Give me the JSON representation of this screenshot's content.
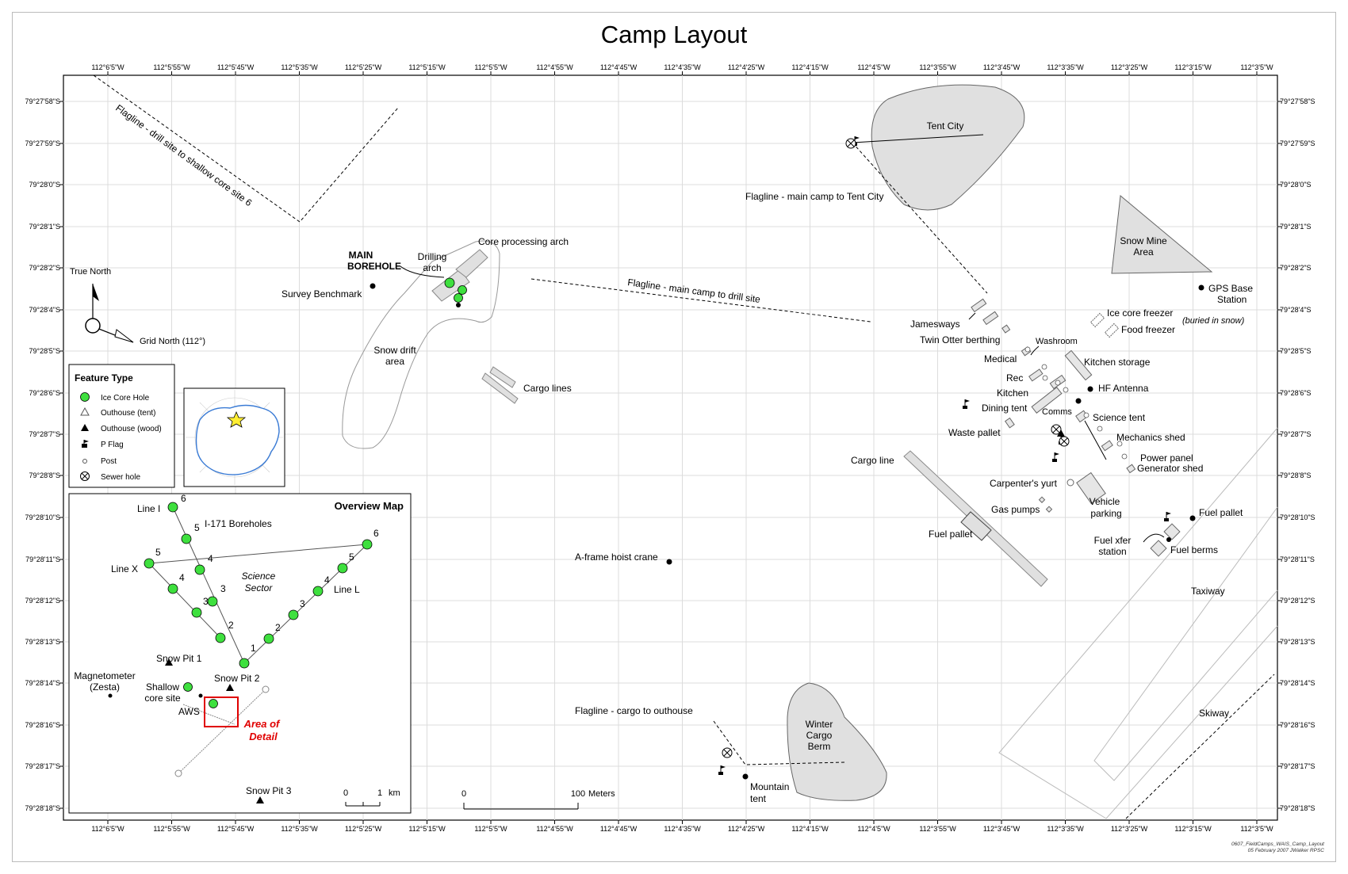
{
  "title": "Camp Layout",
  "credit": [
    "0607_FieldCamps_WAIS_Camp_Layout",
    "05 February 2007 JWalker RPSC"
  ],
  "graticule": {
    "longitudes": [
      "112°6'5\"W",
      "112°5'55\"W",
      "112°5'45\"W",
      "112°5'35\"W",
      "112°5'25\"W",
      "112°5'15\"W",
      "112°5'5\"W",
      "112°4'55\"W",
      "112°4'45\"W",
      "112°4'35\"W",
      "112°4'25\"W",
      "112°4'15\"W",
      "112°4'5\"W",
      "112°3'55\"W",
      "112°3'45\"W",
      "112°3'35\"W",
      "112°3'25\"W",
      "112°3'15\"W",
      "112°3'5\"W"
    ],
    "latitudes": [
      "79°27'58\"S",
      "79°27'59\"S",
      "79°28'0\"S",
      "79°28'1\"S",
      "79°28'2\"S",
      "79°28'4\"S",
      "79°28'5\"S",
      "79°28'6\"S",
      "79°28'7\"S",
      "79°28'8\"S",
      "79°28'10\"S",
      "79°28'11\"S",
      "79°28'12\"S",
      "79°28'13\"S",
      "79°28'14\"S",
      "79°28'16\"S",
      "79°28'17\"S",
      "79°28'18\"S"
    ]
  },
  "map_labels": {
    "flag_drill_shallow": "Flagline - drill site to shallow core site 6",
    "main_borehole": [
      "MAIN",
      "BOREHOLE"
    ],
    "drilling_arch": [
      "Drilling",
      "arch"
    ],
    "core_processing_arch": "Core processing arch",
    "survey_benchmark": "Survey Benchmark",
    "snow_drift_area": [
      "Snow drift",
      "area"
    ],
    "cargo_lines": "Cargo lines",
    "flag_main_drill": "Flagline - main camp to drill site",
    "tent_city": "Tent City",
    "flag_main_tent": "Flagline - main camp to Tent City",
    "snow_mine_area": [
      "Snow Mine",
      "Area"
    ],
    "gps_base_station": [
      "GPS Base",
      "Station"
    ],
    "jamesways": "Jamesways",
    "twin_otter_berthing": "Twin Otter berthing",
    "ice_core_freezer": "Ice core freezer",
    "food_freezer": "Food freezer",
    "buried_in_snow": "(buried in snow)",
    "washroom": "Washroom",
    "medical": "Medical",
    "kitchen_storage": "Kitchen storage",
    "rec": "Rec",
    "kitchen": "Kitchen",
    "hf_antenna": "HF Antenna",
    "dining_tent": "Dining tent",
    "comms": "Comms",
    "science_tent": "Science tent",
    "waste_pallet": "Waste pallet",
    "mechanics_shed": "Mechanics shed",
    "power_panel": "Power panel",
    "generator_shed": "Generator shed",
    "cargo_line": "Cargo line",
    "carpenters_yurt": "Carpenter's yurt",
    "gas_pumps": "Gas pumps",
    "vehicle_parking": [
      "Vehicle",
      "parking"
    ],
    "fuel_pallet_right": "Fuel pallet",
    "fuel_pallet_left": "Fuel pallet",
    "fuel_xfer_station": [
      "Fuel xfer",
      "station"
    ],
    "fuel_berms": "Fuel berms",
    "a_frame_hoist_crane": "A-frame hoist crane",
    "taxiway": "Taxiway",
    "skiway": "Skiway",
    "flag_cargo_outhouse": "Flagline - cargo to outhouse",
    "winter_cargo_berm": [
      "Winter",
      "Cargo",
      "Berm"
    ],
    "mountain_tent": [
      "Mountain",
      "tent"
    ]
  },
  "north_arrow": {
    "true_north": "True North",
    "grid_north": "Grid North (112°)"
  },
  "scale_bar": {
    "zero": "0",
    "end": "100",
    "unit": "Meters"
  },
  "legend": {
    "title": "Feature Type",
    "items": [
      {
        "label": "Ice Core Hole",
        "icon": "ice-core-hole-icon"
      },
      {
        "label": "Outhouse (tent)",
        "icon": "outhouse-tent-icon"
      },
      {
        "label": "Outhouse (wood)",
        "icon": "outhouse-wood-icon"
      },
      {
        "label": "P Flag",
        "icon": "p-flag-icon"
      },
      {
        "label": "Post",
        "icon": "post-icon"
      },
      {
        "label": "Sewer hole",
        "icon": "sewer-hole-icon"
      }
    ]
  },
  "overview": {
    "title": "Overview Map",
    "line_i": "Line I",
    "line_x": "Line X",
    "line_l": "Line L",
    "boreholes": "I-171 Boreholes",
    "science_sector": [
      "Science",
      "Sector"
    ],
    "snow_pit_1": "Snow Pit 1",
    "snow_pit_2": "Snow Pit 2",
    "snow_pit_3": "Snow Pit 3",
    "magnetometer": [
      "Magnetometer",
      "(Zesta)"
    ],
    "shallow_core_site": [
      "Shallow",
      "core site"
    ],
    "aws": "AWS",
    "area_of_detail": [
      "Area of",
      "Detail"
    ],
    "scale_zero": "0",
    "scale_one": "1",
    "scale_unit": "km",
    "hole_numbers": {
      "line_i": [
        "6",
        "5",
        "4",
        "3",
        "2",
        "1"
      ],
      "line_x": [
        "5",
        "4",
        "3"
      ],
      "line_l": [
        "6",
        "5",
        "4",
        "3",
        "2"
      ]
    }
  },
  "colors": {
    "ice_core": "#3ee03e",
    "area_fill": "#e0e0e0",
    "area_of_detail": "#e00000",
    "graticule": "#dcdcdc",
    "antarctica_coast": "#3a7bd5"
  }
}
